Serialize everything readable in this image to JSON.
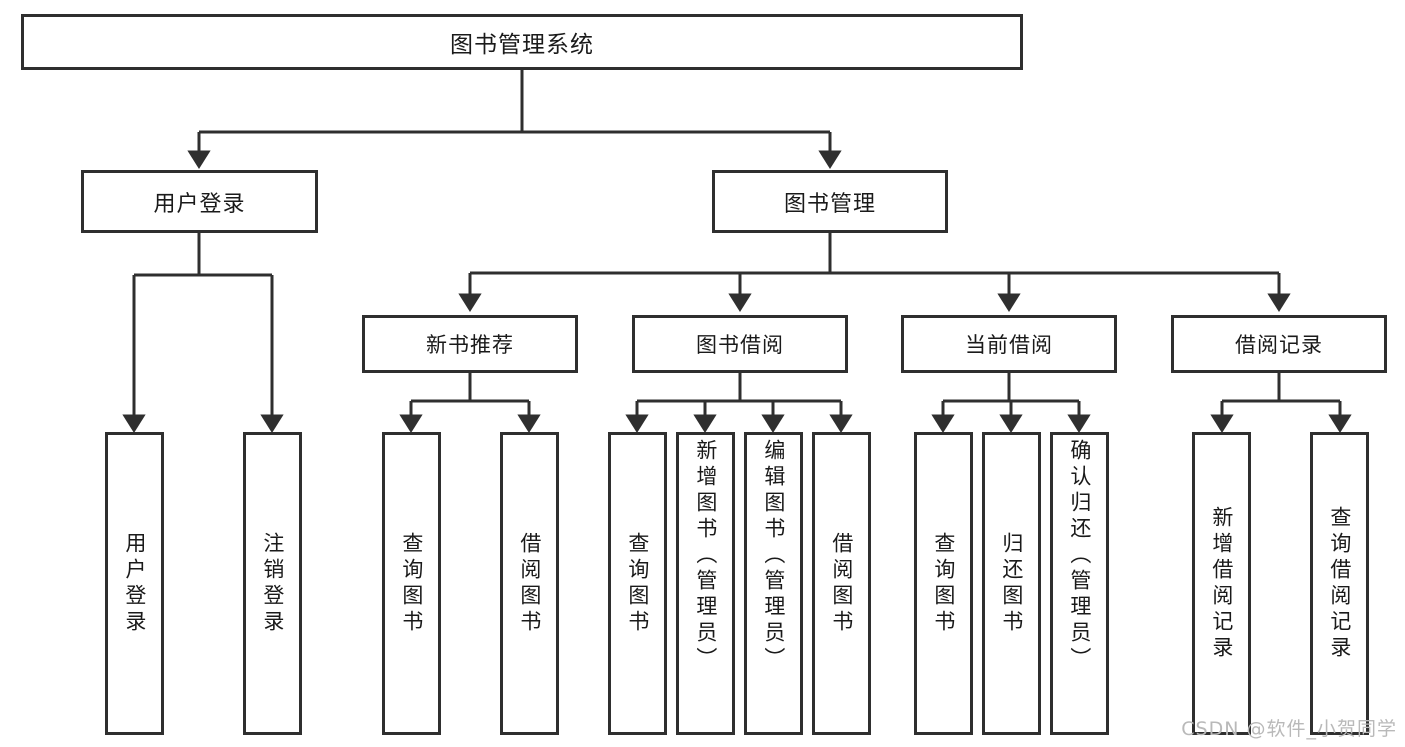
{
  "diagram": {
    "type": "tree-hierarchy",
    "title": "图书管理系统",
    "style": {
      "box_border_color": "#2f2f2f",
      "box_fill_color": "#ffffff",
      "line_color": "#2f2f2f",
      "text_color": "#1a1a1a",
      "background": "#ffffff"
    },
    "levels": {
      "root": "图书管理系统",
      "level2": [
        "用户登录",
        "图书管理"
      ],
      "level3": [
        "新书推荐",
        "图书借阅",
        "当前借阅",
        "借阅记录"
      ]
    },
    "nodes": {
      "root": {
        "label": "图书管理系统"
      },
      "user_login": {
        "label": "用户登录"
      },
      "book_manage": {
        "label": "图书管理"
      },
      "new_book_rec": {
        "label": "新书推荐"
      },
      "book_borrow": {
        "label": "图书借阅"
      },
      "current_borrow": {
        "label": "当前借阅"
      },
      "borrow_record": {
        "label": "借阅记录"
      }
    },
    "leaves": {
      "user_login": [
        {
          "label": "用户登录"
        },
        {
          "label": "注销登录"
        }
      ],
      "new_book_rec": [
        {
          "label": "查询图书"
        },
        {
          "label": "借阅图书"
        }
      ],
      "book_borrow": [
        {
          "label": "查询图书"
        },
        {
          "label": "新增图书（管理员）"
        },
        {
          "label": "编辑图书（管理员）"
        },
        {
          "label": "借阅图书"
        }
      ],
      "current_borrow": [
        {
          "label": "查询图书"
        },
        {
          "label": "归还图书"
        },
        {
          "label": "确认归还（管理员）"
        }
      ],
      "borrow_record": [
        {
          "label": "新增借阅记录"
        },
        {
          "label": "查询借阅记录"
        }
      ]
    }
  },
  "watermark": {
    "text": "CSDN @软件_小贺同学"
  }
}
